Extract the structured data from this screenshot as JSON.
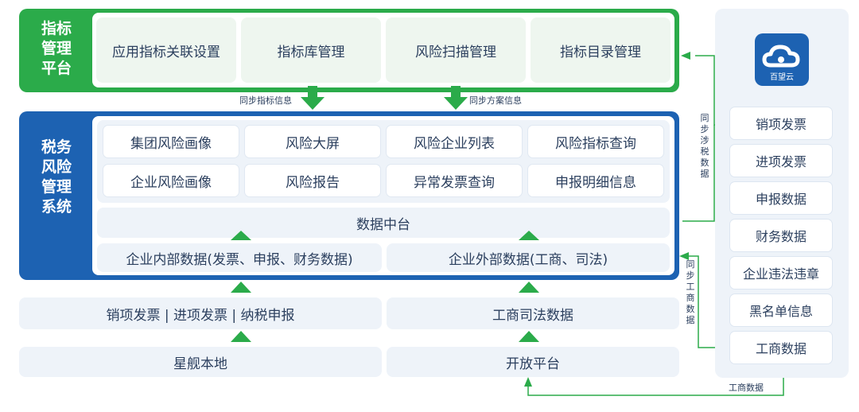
{
  "indicator_platform": {
    "title_lines": [
      "指标",
      "管理",
      "平台"
    ],
    "tiles": [
      "应用指标关联设置",
      "指标库管理",
      "风险扫描管理",
      "指标目录管理"
    ]
  },
  "sync_labels": {
    "sync_indicator_info": "同步指标信息",
    "sync_plan_info": "同步方案信息"
  },
  "risk_system": {
    "title_lines": [
      "税务",
      "风险",
      "管理",
      "系统"
    ],
    "tiles_row1": [
      "集团风险画像",
      "风险大屏",
      "风险企业列表",
      "风险指标查询"
    ],
    "tiles_row2": [
      "企业风险画像",
      "风险报告",
      "异常发票查询",
      "申报明细信息"
    ],
    "data_center": "数据中台",
    "internal_data": "企业内部数据(发票、申报、财务数据)",
    "external_data": "企业外部数据(工商、司法)"
  },
  "bottom": {
    "internal_sources": "销项发票 | 进项发票 | 纳税申报",
    "external_sources": "工商司法数据",
    "local": "星舰本地",
    "open_platform": "开放平台"
  },
  "right_panel": {
    "logo_text": "百望云",
    "items": [
      "销项发票",
      "进项发票",
      "申报数据",
      "财务数据",
      "企业违法违章",
      "黑名单信息",
      "工商数据"
    ]
  },
  "connectors": {
    "sync_tax_data": [
      "同",
      "步",
      "涉",
      "税",
      "数",
      "据"
    ],
    "sync_business_data": [
      "同",
      "步",
      "工",
      "商",
      "数",
      "据"
    ],
    "business_data_label": "工商数据"
  },
  "colors": {
    "green": "#2bab4a",
    "blue": "#1d62b2",
    "panel_bg": "#eef3f9"
  }
}
